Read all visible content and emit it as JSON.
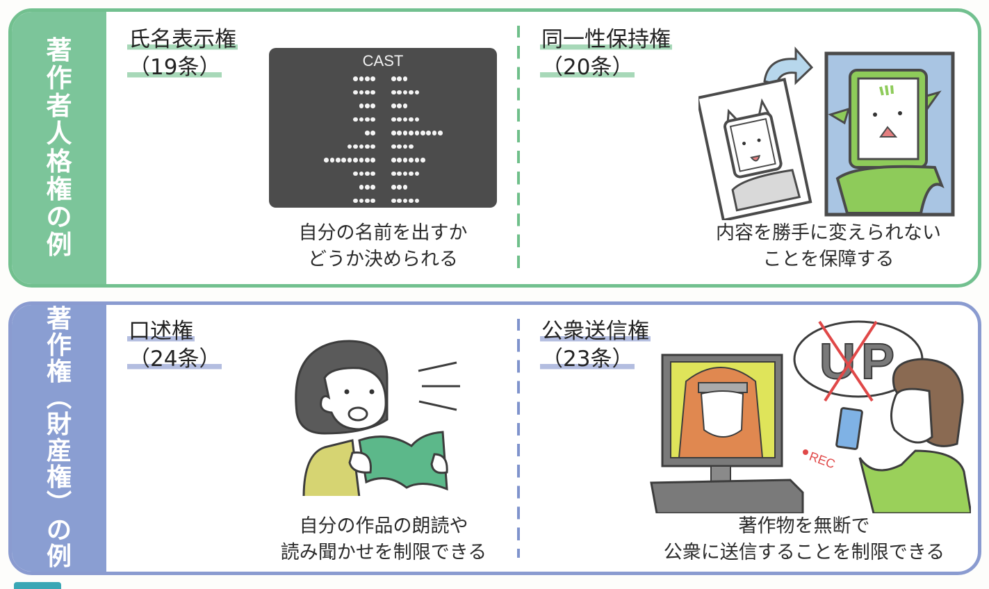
{
  "moral_rights": {
    "side_label_chars": [
      "著",
      "作",
      "者",
      "人",
      "格",
      "権",
      "の",
      "例"
    ],
    "accent_color": "#7cc59a",
    "items": [
      {
        "title": "氏名表示権",
        "article": "（19条）",
        "caption_lines": [
          "自分の名前を出すか",
          "どうか決められる"
        ],
        "illustration": {
          "type": "cast-credits-screen",
          "label": "CAST",
          "dot_rows": [
            [
              4,
              3
            ],
            [
              4,
              5
            ],
            [
              3,
              3
            ],
            [
              4,
              5
            ],
            [
              2,
              9
            ],
            [
              5,
              4
            ],
            [
              9,
              6
            ],
            [
              4,
              5
            ],
            [
              3,
              3
            ],
            [
              4,
              5
            ]
          ]
        }
      },
      {
        "title": "同一性保持権",
        "article": "（20条）",
        "caption_lines": [
          "内容を勝手に変えられない",
          "ことを保障する"
        ],
        "illustration": {
          "type": "cat-character-altered"
        }
      }
    ]
  },
  "copyright_property": {
    "side_label_chars": [
      "著",
      "作",
      "権",
      "︵",
      "財",
      "産",
      "権",
      "︶",
      "の",
      "例"
    ],
    "accent_color": "#8a9ed2",
    "items": [
      {
        "title": "口述権",
        "article": "（24条）",
        "caption_lines": [
          "自分の作品の朗読や",
          "読み聞かせを制限できる"
        ],
        "illustration": {
          "type": "woman-reading-aloud"
        }
      },
      {
        "title": "公衆送信権",
        "article": "（23条）",
        "caption_lines": [
          "著作物を無断で",
          "公衆に送信することを制限できる"
        ],
        "illustration": {
          "type": "boy-recording-tv",
          "bubble_text": [
            "U",
            "P"
          ],
          "rec_label": "REC"
        }
      }
    ]
  }
}
